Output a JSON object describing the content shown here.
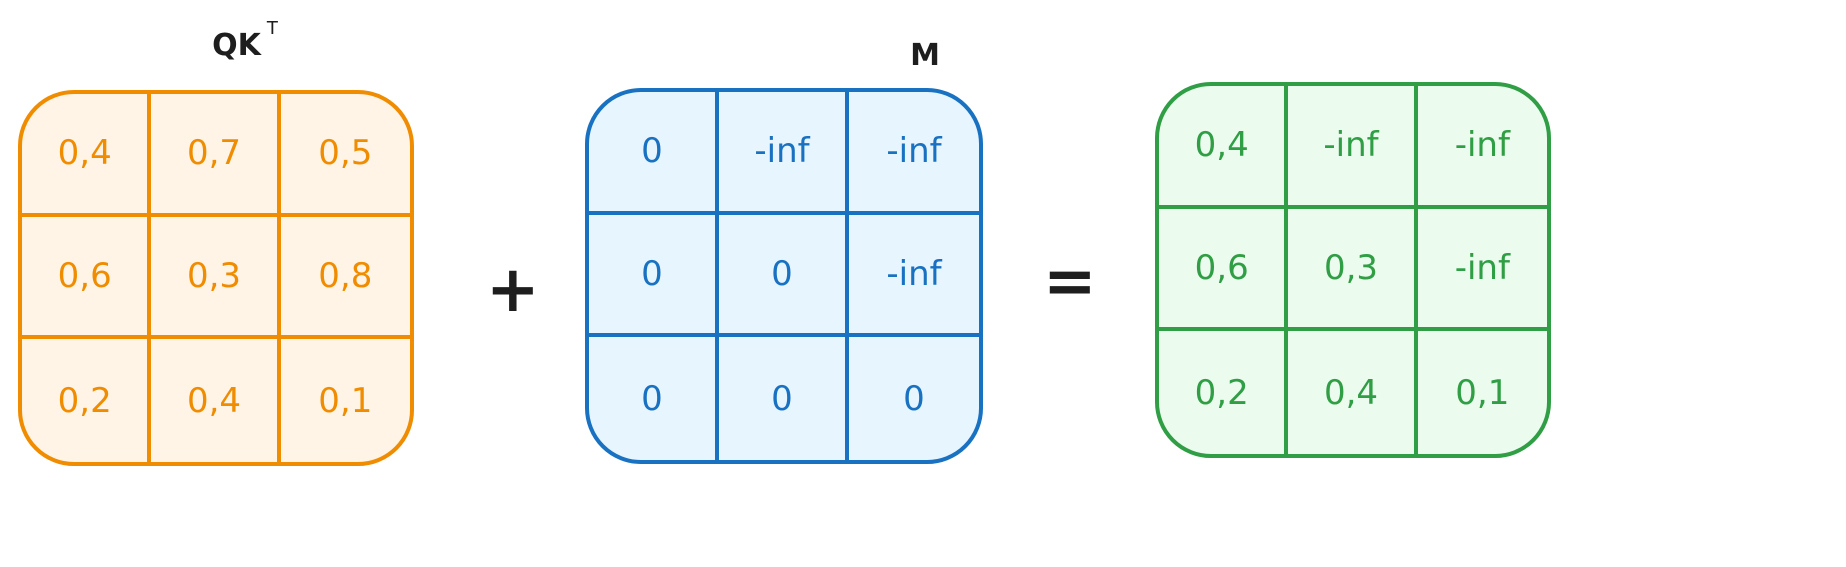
{
  "matrices": [
    {
      "name": "qkt",
      "label": "QK",
      "label_sup": "T",
      "stroke": "#f08c00",
      "fill": "#fff4e6",
      "text": "#f08c00",
      "cells": [
        [
          "0,4",
          "0,7",
          "0,5"
        ],
        [
          "0,6",
          "0,3",
          "0,8"
        ],
        [
          "0,2",
          "0,4",
          "0,1"
        ]
      ]
    },
    {
      "name": "mask",
      "label": "M",
      "label_sup": "",
      "stroke": "#1971c2",
      "fill": "#e7f5ff",
      "text": "#1971c2",
      "cells": [
        [
          "0",
          "-inf",
          "-inf"
        ],
        [
          "0",
          "0",
          "-inf"
        ],
        [
          "0",
          "0",
          "0"
        ]
      ]
    },
    {
      "name": "result",
      "label": "",
      "label_sup": "",
      "stroke": "#2f9e44",
      "fill": "#ebfbee",
      "text": "#2f9e44",
      "cells": [
        [
          "0,4",
          "-inf",
          "-inf"
        ],
        [
          "0,6",
          "0,3",
          "-inf"
        ],
        [
          "0,2",
          "0,4",
          "0,1"
        ]
      ]
    }
  ],
  "operators": {
    "plus": "+",
    "equals": "="
  }
}
